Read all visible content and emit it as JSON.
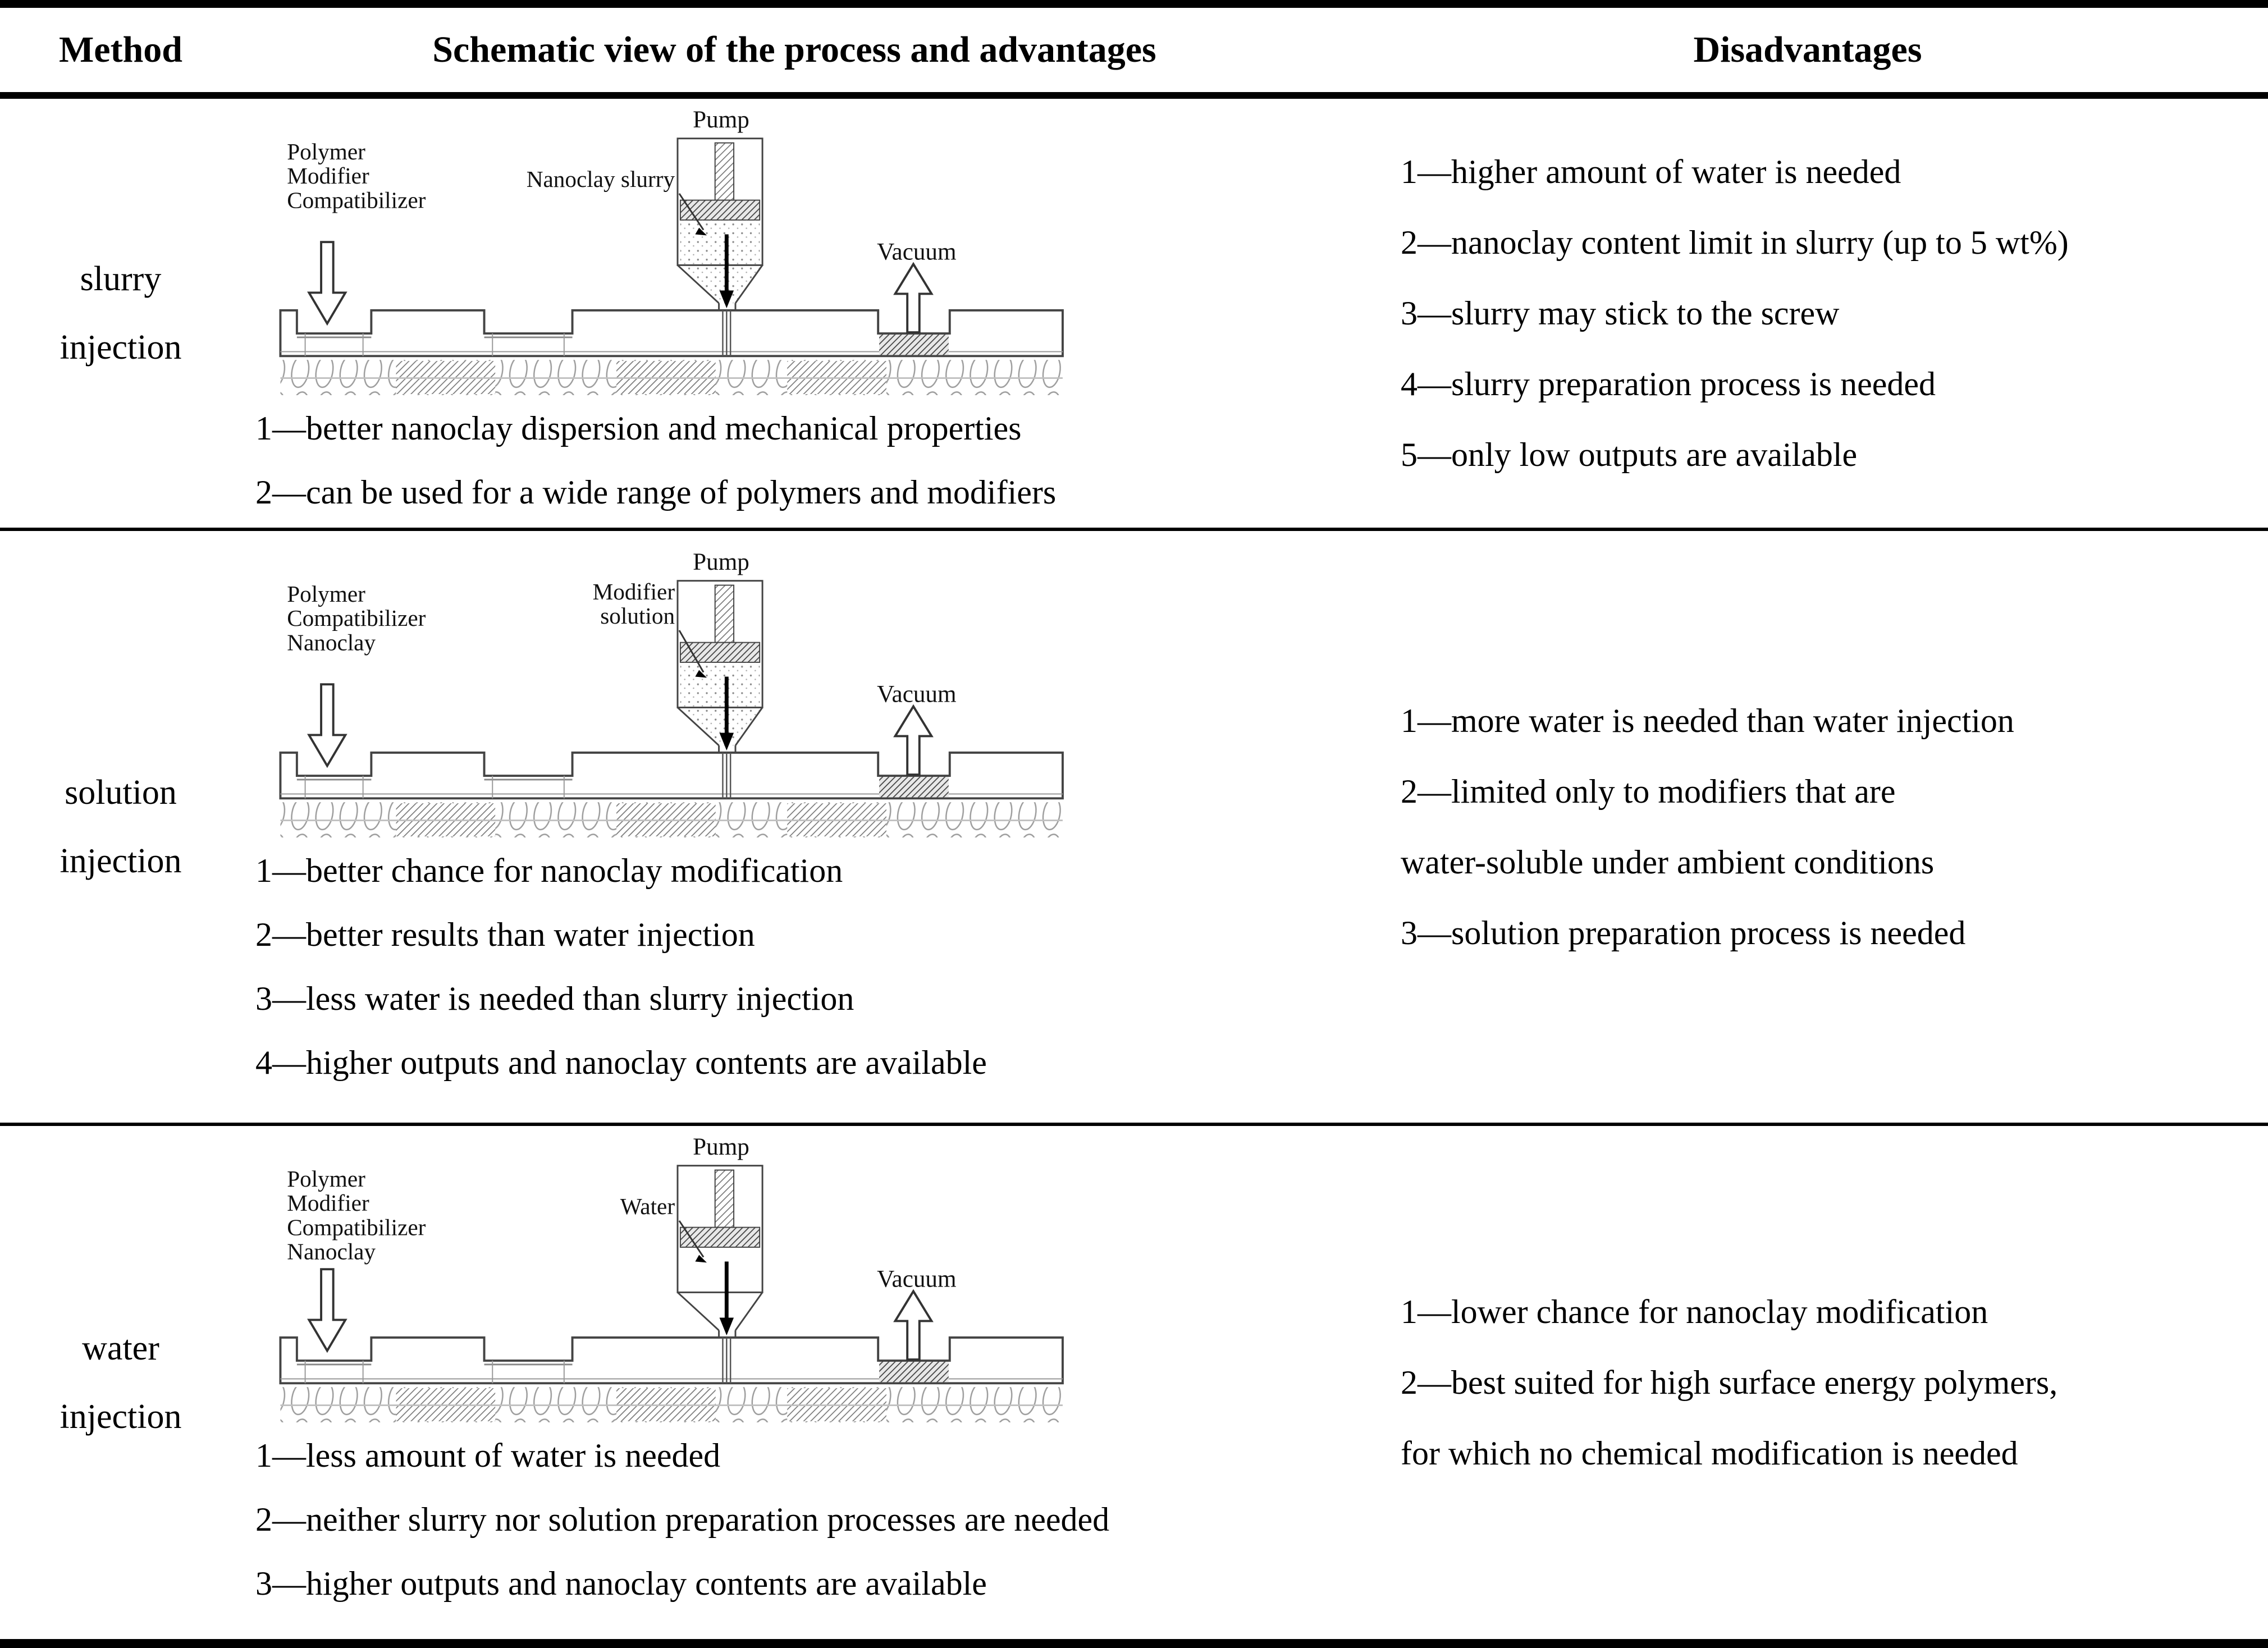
{
  "table": {
    "headers": [
      "Method",
      "Schematic view of the process and advantages",
      "Disadvantages"
    ],
    "rows": [
      {
        "method_lines": [
          "slurry",
          "injection"
        ],
        "schematic": {
          "feed_lines": [
            "Polymer",
            "Modifier",
            "Compatibilizer"
          ],
          "injection_label_lines": [
            "Nanoclay slurry"
          ],
          "pump_label": "Pump",
          "vacuum_label": "Vacuum"
        },
        "advantages": [
          "1—better nanoclay dispersion and mechanical properties",
          "2—can be used for a wide range of polymers and modifiers"
        ],
        "disadvantages": [
          "1—higher amount of water is needed",
          "2—nanoclay content limit in slurry (up to 5 wt%)",
          "3—slurry may stick to the screw",
          "4—slurry preparation process is needed",
          "5—only low outputs are available"
        ]
      },
      {
        "method_lines": [
          "solution",
          "injection"
        ],
        "schematic": {
          "feed_lines": [
            "Polymer",
            "Compatibilizer",
            "Nanoclay"
          ],
          "injection_label_lines": [
            "Modifier",
            "solution"
          ],
          "pump_label": "Pump",
          "vacuum_label": "Vacuum"
        },
        "advantages": [
          "1—better chance for nanoclay modification",
          "2—better results than water injection",
          "3—less water is needed than slurry injection",
          "4—higher outputs and nanoclay contents are available"
        ],
        "disadvantages": [
          "1—more water is needed than water injection",
          "2—limited only to modifiers that are",
          "water-soluble under ambient conditions",
          "3—solution preparation process is needed"
        ]
      },
      {
        "method_lines": [
          "water",
          "injection"
        ],
        "schematic": {
          "feed_lines": [
            "Polymer",
            "Modifier",
            "Compatibilizer",
            "Nanoclay"
          ],
          "injection_label_lines": [
            "Water"
          ],
          "pump_label": "Pump",
          "vacuum_label": "Vacuum"
        },
        "advantages": [
          "1—less amount of water is needed",
          "2—neither slurry nor solution preparation processes are needed",
          "3—higher outputs and nanoclay contents are available"
        ],
        "disadvantages": [
          "1—lower chance for nanoclay modification",
          "2—best suited for high surface energy polymers,",
          "for which no chemical modification is needed"
        ]
      }
    ]
  }
}
